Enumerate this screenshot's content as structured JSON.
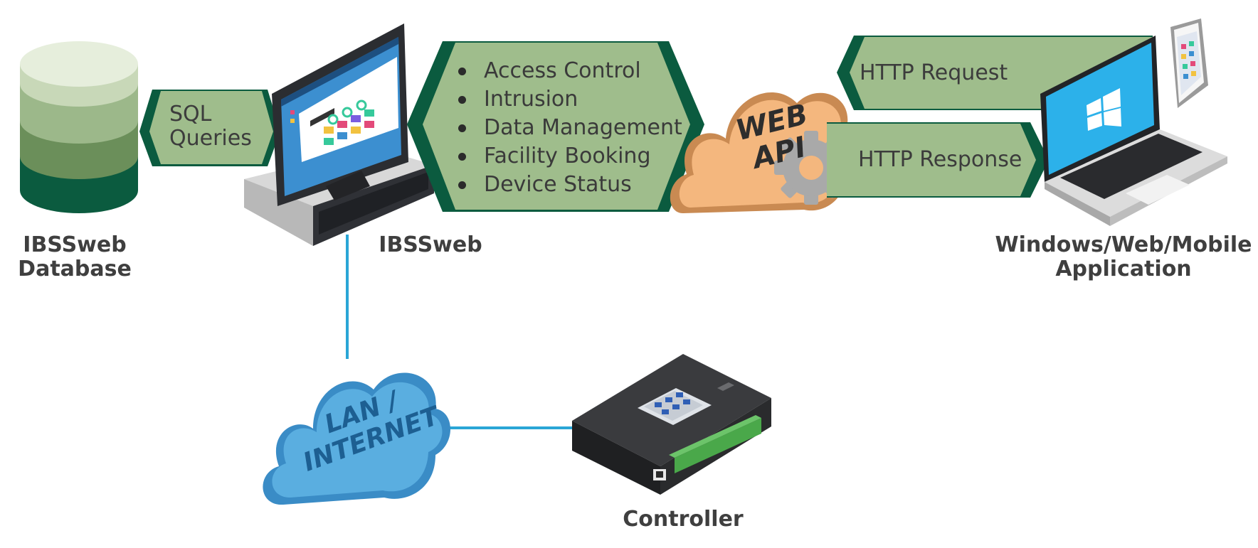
{
  "nodes": {
    "database": {
      "label_line1": "IBSSweb",
      "label_line2": "Database"
    },
    "server": {
      "label": "IBSSweb"
    },
    "app": {
      "label_line1": "Windows/Web/Mobile",
      "label_line2": "Application"
    },
    "controller": {
      "label": "Controller"
    },
    "web_api": {
      "line1": "WEB",
      "line2": "API"
    },
    "network": {
      "line1": "LAN /",
      "line2": "INTERNET"
    }
  },
  "arrows": {
    "sql": {
      "line1": "SQL",
      "line2": "Queries"
    },
    "request": "HTTP Request",
    "response": "HTTP Response"
  },
  "features": [
    "Access Control",
    "Intrusion",
    "Data Management",
    "Facility Booking",
    "Device Status"
  ],
  "colors": {
    "arrow_fill": "#9fbd8c",
    "arrow_dark": "#0b5b3f",
    "db_top": "#e6eedc",
    "db_mid": "#9cb88a",
    "db_low": "#6b8f5a",
    "db_bottom": "#0b5b3f",
    "cloud_orange": "#f4b77e",
    "cloud_blue": "#5aaee0",
    "link_line": "#2aa6d6"
  }
}
